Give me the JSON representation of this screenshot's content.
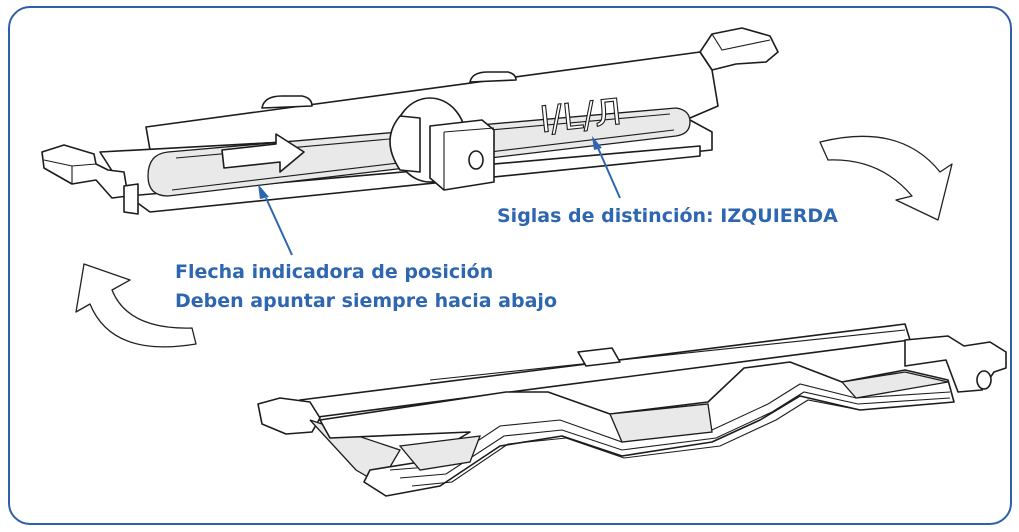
{
  "labels": {
    "siglas": "Siglas de distinción: IZQUIERDA",
    "flecha_line1": "Flecha indicadora de posición",
    "flecha_line2": "Deben apuntar siempre hacia abajo"
  },
  "part_marking": "I/L/Л",
  "colors": {
    "frame": "#2f5fa7",
    "label": "#2f66b0",
    "line": "#1c1c1c"
  },
  "icons": [
    "direction-arrow-icon",
    "rotate-clockwise-icon",
    "rotate-counterclockwise-icon"
  ]
}
